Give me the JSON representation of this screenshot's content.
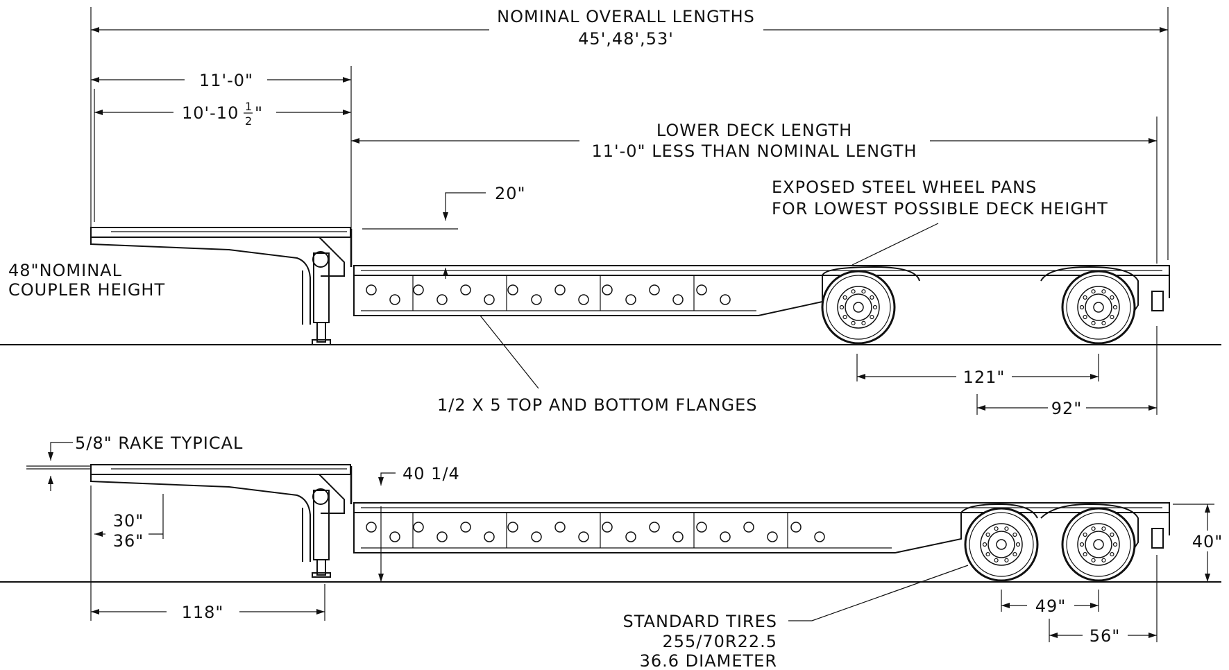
{
  "labels": {
    "overall_title": "NOMINAL OVERALL LENGTHS",
    "overall_values": "45',48',53'",
    "gooseneck_length": "11'-0\"",
    "gooseneck_inner_prefix": "10'-10",
    "gooseneck_inner_num": "1",
    "gooseneck_inner_den": "2",
    "gooseneck_inner_suffix": "\"",
    "lower_deck_title": "LOWER DECK LENGTH",
    "lower_deck_note": "11'-0\" LESS THAN NOMINAL LENGTH",
    "step_height": "20\"",
    "wheel_pans_line1": "EXPOSED STEEL WHEEL PANS",
    "wheel_pans_line2": "FOR LOWEST POSSIBLE DECK HEIGHT",
    "coupler_line1": "48\"NOMINAL",
    "coupler_line2": "COUPLER HEIGHT",
    "flanges": "1/2 X 5 TOP AND BOTTOM FLANGES",
    "axle_spread_top": "121\"",
    "rear_overhang_top": "92\"",
    "rake": "5/8\" RAKE TYPICAL",
    "deck_height": "40 1/4",
    "kingpin_30": "30\"",
    "kingpin_36": "36\"",
    "landing_gear": "118\"",
    "tire_title": "STANDARD TIRES",
    "tire_size": "255/70R22.5",
    "tire_diameter": "36.6 DIAMETER",
    "axle_spread_bottom": "49\"",
    "rear_overhang_bottom": "56\"",
    "rear_height": "40\""
  }
}
